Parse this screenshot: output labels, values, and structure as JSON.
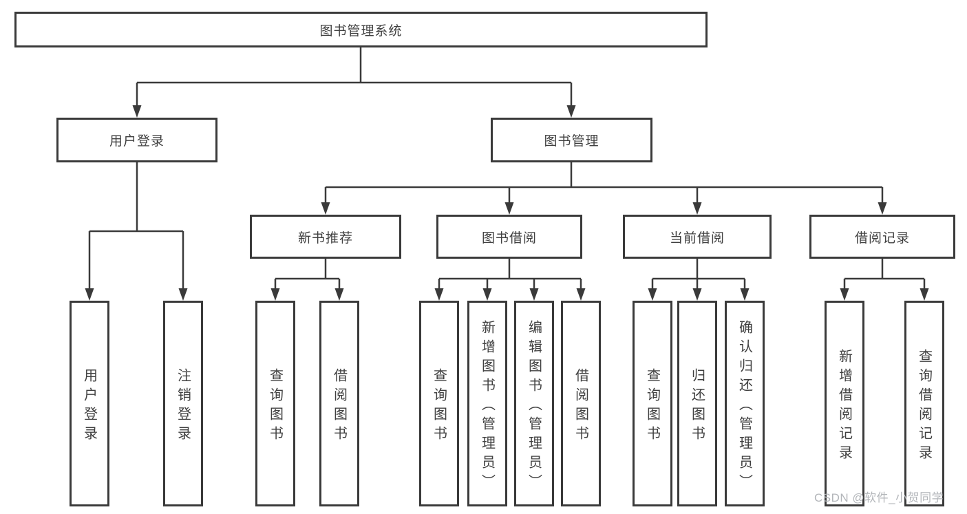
{
  "diagram": {
    "type": "hierarchy-tree",
    "root": {
      "label": "图书管理系统",
      "children": [
        {
          "label": "用户登录",
          "children": [
            {
              "label": "用户登录"
            },
            {
              "label": "注销登录"
            }
          ]
        },
        {
          "label": "图书管理",
          "children": [
            {
              "label": "新书推荐",
              "children": [
                {
                  "label": "查询图书"
                },
                {
                  "label": "借阅图书"
                }
              ]
            },
            {
              "label": "图书借阅",
              "children": [
                {
                  "label": "查询图书"
                },
                {
                  "label": "新增图书（管理员）"
                },
                {
                  "label": "编辑图书（管理员）"
                },
                {
                  "label": "借阅图书"
                }
              ]
            },
            {
              "label": "当前借阅",
              "children": [
                {
                  "label": "查询图书"
                },
                {
                  "label": "归还图书"
                },
                {
                  "label": "确认归还（管理员）"
                }
              ]
            },
            {
              "label": "借阅记录",
              "children": [
                {
                  "label": "新增借阅记录"
                },
                {
                  "label": "查询借阅记录"
                }
              ]
            }
          ]
        }
      ]
    }
  },
  "watermark": {
    "text": "CSDN @软件_小贺同学"
  },
  "colors": {
    "line": "#3a3a3a",
    "box_border": "#3a3a3a",
    "text": "#404040",
    "watermark": "#b3b6ba",
    "background": "#ffffff"
  }
}
